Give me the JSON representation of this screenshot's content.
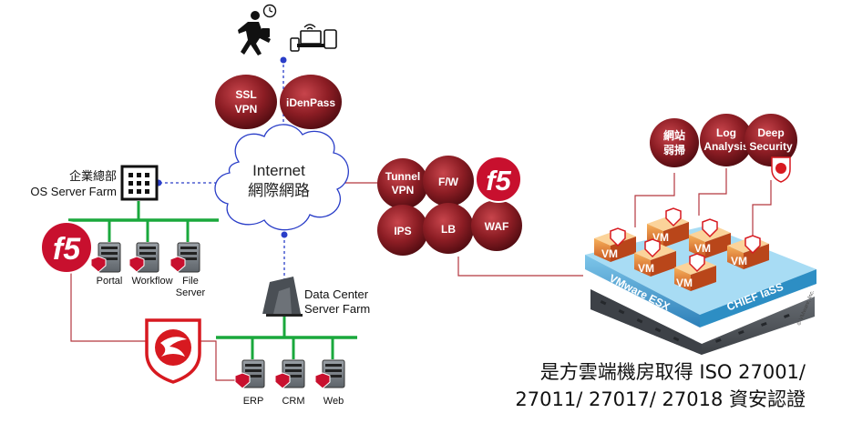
{
  "mobile_user": {
    "icons": [
      "running-person-icon",
      "clock-icon",
      "devices-icon"
    ]
  },
  "top_services": [
    "SSL VPN",
    "iDenPass"
  ],
  "internet": {
    "line1": "Internet",
    "line2": "網際網路"
  },
  "hq": {
    "line1": "企業總部",
    "line2": "OS Server Farm"
  },
  "hq_servers": [
    "Portal",
    "Workflow",
    "File Server"
  ],
  "datacenter": {
    "line1": "Data Center",
    "line2": "Server Farm"
  },
  "dc_servers": [
    "ERP",
    "CRM",
    "Web"
  ],
  "security_services": [
    "Tunnel VPN",
    "F/W",
    "IPS",
    "LB",
    "WAF"
  ],
  "brand_logo": "f5",
  "cloud_services": [
    "網站弱掃",
    "Log Analysis",
    "Deep Security"
  ],
  "vm_label": "VM",
  "esx_label": "VMware ESX",
  "iaas_label": "CHIEF IaSS",
  "copyright": "© VMware, Inc.",
  "caption": {
    "line1": "是方雲端機房取得 ISO 27001/",
    "line2": "27011/ 27017/ 27018 資安認證"
  },
  "colors": {
    "ball": "#8b1a1f",
    "network_line": "#1aa83c",
    "link_line": "#b5373f",
    "dotted": "#2a3ec8",
    "trend_red": "#d71920",
    "iaas_blue": "#2d8ec4"
  }
}
